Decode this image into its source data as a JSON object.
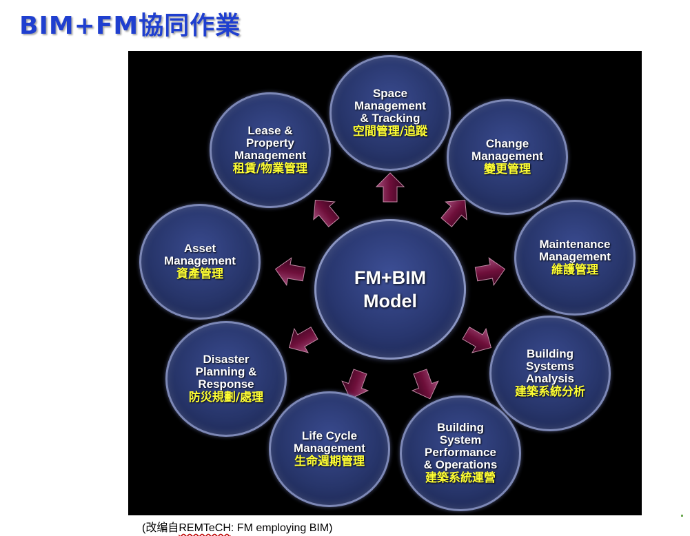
{
  "title": "BIM+FM協同作業",
  "center": {
    "label": "FM+BIM\nModel"
  },
  "nodes": [
    {
      "en": "Space\nManagement\n& Tracking",
      "zh": "空間管理/追蹤"
    },
    {
      "en": "Change\nManagement",
      "zh": "變更管理"
    },
    {
      "en": "Maintenance\nManagement",
      "zh": "維護管理"
    },
    {
      "en": "Building\nSystems\nAnalysis",
      "zh": "建築系統分析"
    },
    {
      "en": "Building\nSystem\nPerformance\n& Operations",
      "zh": "建築系統運營"
    },
    {
      "en": "Life Cycle\nManagement",
      "zh": "生命週期管理"
    },
    {
      "en": "Disaster\nPlanning &\nResponse",
      "zh": "防災規劃/處理"
    },
    {
      "en": "Asset\nManagement",
      "zh": "資產管理"
    },
    {
      "en": "Lease &\nProperty\nManagement",
      "zh": "租賃/物業管理"
    }
  ],
  "caption": {
    "prefix": "(改编自",
    "source": "REMTeCH",
    "suffix": ": FM employing BIM)"
  },
  "colors": {
    "title": "#1f3fcf",
    "background": "#000000",
    "node_fill": "#27356a",
    "english_text": "#ffffff",
    "chinese_text": "#ffff33",
    "arrow": "#6e0f3a"
  }
}
